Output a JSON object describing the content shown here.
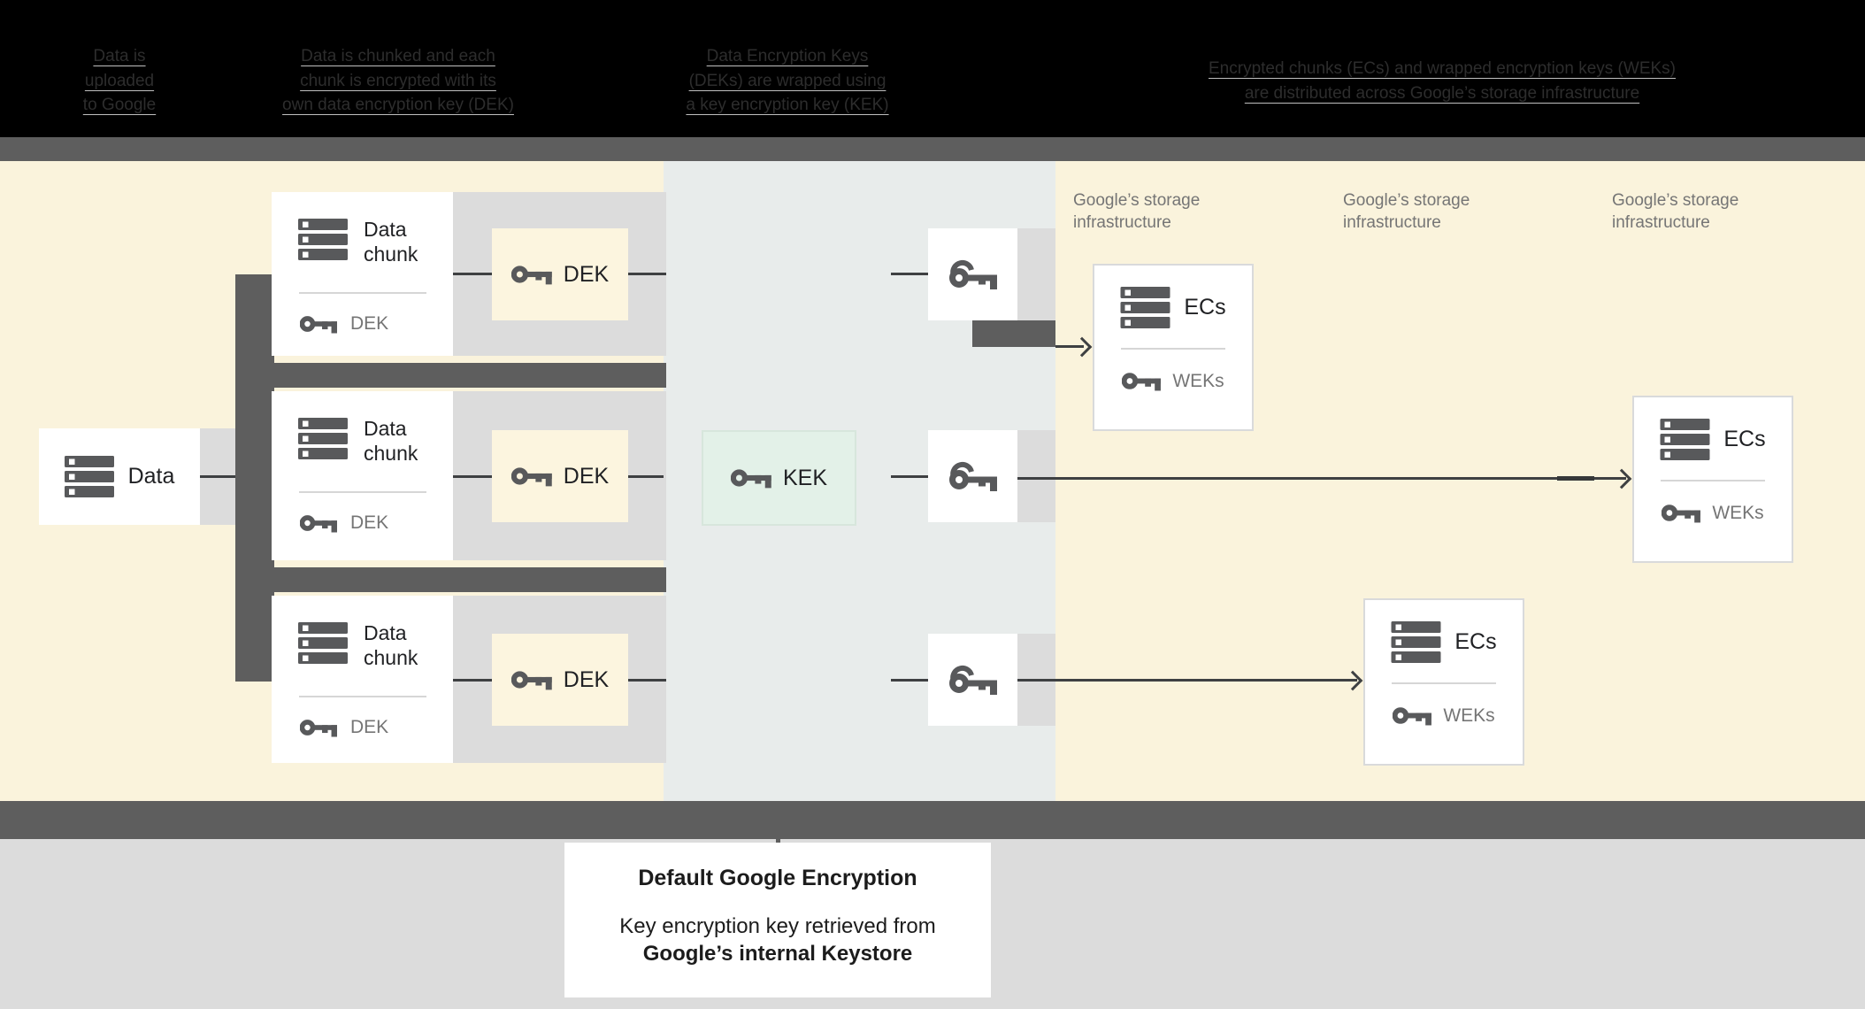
{
  "header": {
    "steps": [
      {
        "lines": [
          "Data is",
          "uploaded",
          "to Google"
        ]
      },
      {
        "lines": [
          "Data is chunked and each",
          "chunk is encrypted with its",
          "own data encryption key (DEK)"
        ]
      },
      {
        "lines": [
          "Data Encryption Keys",
          "(DEKs) are wrapped using",
          "a key encryption key (KEK)"
        ]
      },
      {
        "lines": [
          "Encrypted chunks (ECs) and wrapped encryption keys (WEKs)",
          "are distributed across Google’s storage infrastructure"
        ]
      }
    ]
  },
  "diagram": {
    "data_box": {
      "label": "Data"
    },
    "chunk_boxes": [
      {
        "title": "Data chunk",
        "key_label": "DEK"
      },
      {
        "title": "Data chunk",
        "key_label": "DEK"
      },
      {
        "title": "Data chunk",
        "key_label": "DEK"
      }
    ],
    "dek_boxes": [
      {
        "label": "DEK"
      },
      {
        "label": "DEK"
      },
      {
        "label": "DEK"
      }
    ],
    "kek_box": {
      "label": "KEK"
    },
    "storage_labels": [
      {
        "line1": "Google’s storage",
        "line2": "infrastructure"
      },
      {
        "line1": "Google’s storage",
        "line2": "infrastructure"
      },
      {
        "line1": "Google’s storage",
        "line2": "infrastructure"
      }
    ],
    "ec_boxes": [
      {
        "title": "ECs",
        "key_label": "WEKs"
      },
      {
        "title": "ECs",
        "key_label": "WEKs"
      },
      {
        "title": "ECs",
        "key_label": "WEKs"
      }
    ]
  },
  "caption": {
    "title": "Default Google Encryption",
    "line1": "Key encryption key retrieved from",
    "line2": "Google’s internal Keystore"
  },
  "colors": {
    "cream": "#faf3dc",
    "rowgray": "#dcdcdc",
    "bluegray": "#e8eceb",
    "mint": "#e3f1e8",
    "darkbar": "#5e5e5e",
    "textgray": "#757575",
    "textdark": "#202124"
  }
}
